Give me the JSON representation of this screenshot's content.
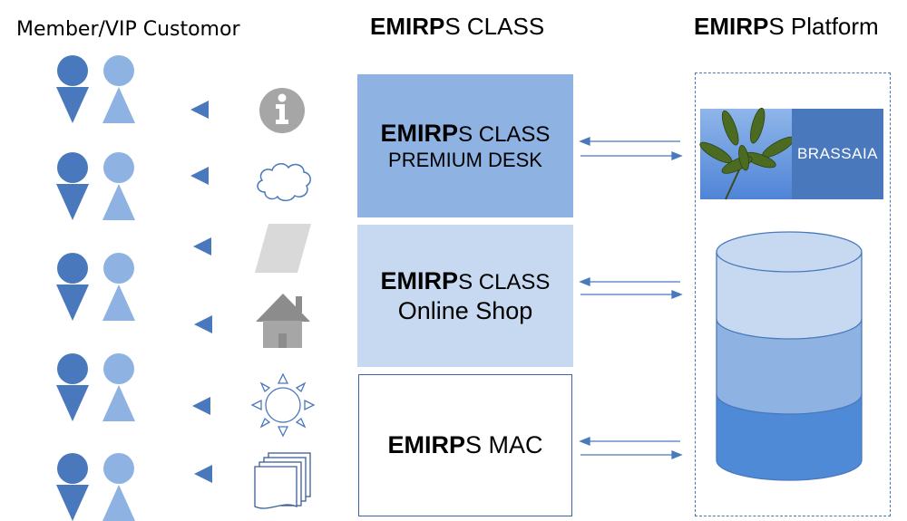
{
  "titles": {
    "members": "Member/VIP Customor",
    "class_bold": "EMIRP",
    "class_rest": "S CLASS",
    "platform_bold": "EMIRP",
    "platform_rest": "S Platform"
  },
  "boxes": {
    "desk": {
      "bold": "EMIRP",
      "sc": "S CLASS",
      "line2": "PREMIUM DESK"
    },
    "shop": {
      "bold": "EMIRP",
      "sc": "S CLASS",
      "line2": "Online Shop"
    },
    "mac": {
      "bold": "EMIRP",
      "rest": "S MAC"
    }
  },
  "platform": {
    "brand": "BRASSAIA"
  },
  "icons": [
    "info-icon",
    "cloud-icon",
    "parallelogram-icon",
    "house-icon",
    "sun-icon",
    "document-stack-icon"
  ],
  "colors": {
    "person_dark": "#4a78bd",
    "person_light": "#8eb3e2",
    "arrow": "#4a78bd",
    "icon_gray": "#a6a6a6",
    "desk_fill": "#8eb3e2",
    "shop_fill": "#c6d9f1",
    "db_top": "#c6d9f1",
    "db_mid": "#8eb3e2",
    "db_bottom": "#4f8ad6"
  }
}
